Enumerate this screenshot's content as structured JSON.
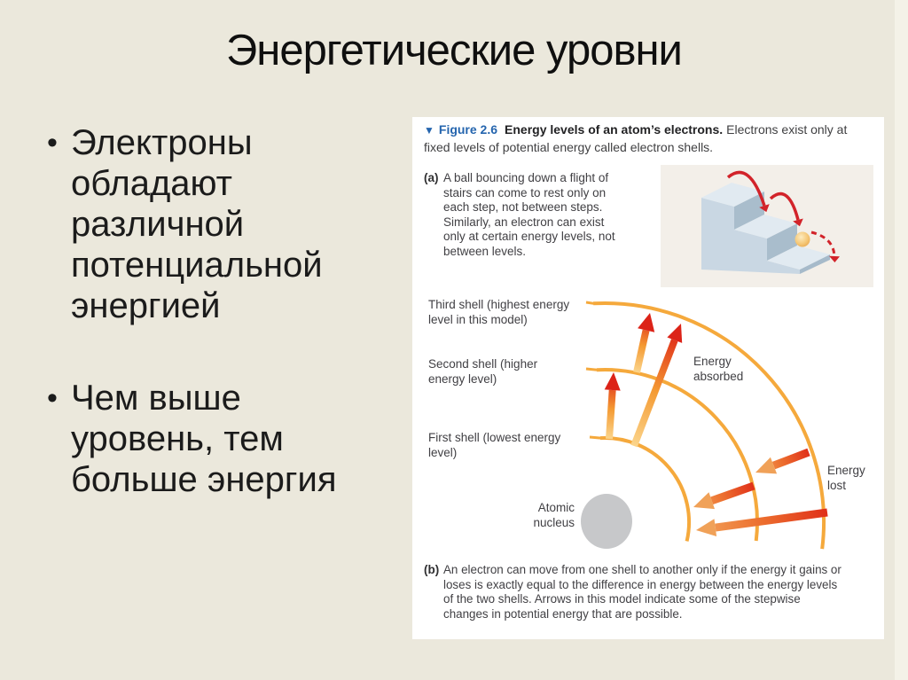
{
  "slide": {
    "background_color": "#EBE8DC",
    "title": "Энергетические уровни",
    "bullet_glyph": "•",
    "bullets": [
      {
        "lines": [
          "Электроны",
          "обладают",
          "различной",
          "потенциальной",
          "энергией"
        ]
      },
      {
        "lines": [
          "Чем выше",
          "уровень, тем",
          "больше энергия"
        ]
      }
    ]
  },
  "figure": {
    "caption": {
      "marker": "▼",
      "label": "Figure 2.6",
      "title": "Energy levels of an atom’s electrons.",
      "rest": "Electrons exist only at fixed levels of potential energy called electron shells."
    },
    "panel_a": {
      "label": "(a)",
      "text": "A ball bouncing down a flight of stairs can come to rest only on each step, not between steps. Similarly, an electron can exist only at certain energy levels, not between levels."
    },
    "panel_b": {
      "label": "(b)",
      "text": "An electron can move from one shell to another only if the energy it gains or loses is exactly equal to the difference in energy between the energy levels of the two shells. Arrows in this model indicate some of the stepwise changes in potential energy that are possible."
    },
    "diagram": {
      "shell_labels": [
        {
          "line1": "Third shell (highest energy",
          "line2": "level in this model)"
        },
        {
          "line1": "Second shell (higher",
          "line2": "energy level)"
        },
        {
          "line1": "First shell (lowest energy",
          "line2": "level)"
        }
      ],
      "energy_absorbed_line1": "Energy",
      "energy_absorbed_line2": "absorbed",
      "energy_lost_line1": "Energy",
      "energy_lost_line2": "lost",
      "nucleus_line1": "Atomic",
      "nucleus_line2": "nucleus"
    },
    "colors": {
      "figure_label_blue": "#2565AE",
      "shell_arc_orange": "#F5A93C",
      "arrow_red": "#D2232A",
      "energy_lost_orange": "#F0A158",
      "nucleus_gray": "#C7C8CA",
      "stairs_background": "#F3EFE9"
    }
  }
}
